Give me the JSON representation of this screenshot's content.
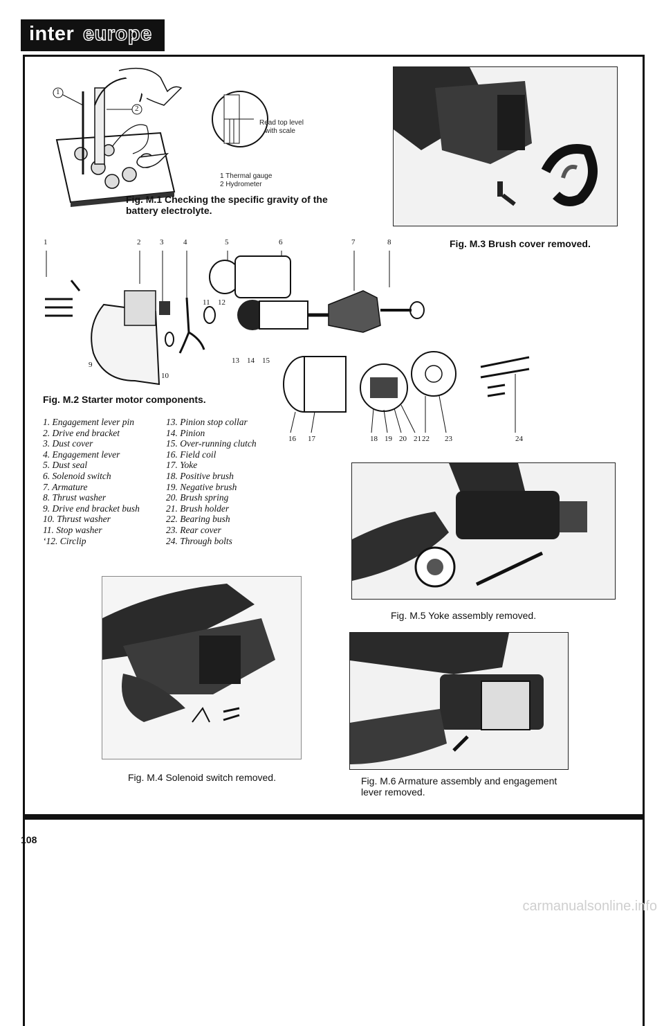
{
  "header": {
    "brand_part1": "inter",
    "brand_part2": "europe"
  },
  "fig_m1": {
    "callouts": [
      "1",
      "2"
    ],
    "inset_text_line1": "Read top level",
    "inset_text_line2": "with scale",
    "legend": [
      "1  Thermal gauge",
      "2  Hydrometer"
    ],
    "caption_line1": "Fig. M.1 Checking the specific gravity of the",
    "caption_line2": "battery electrolyte."
  },
  "fig_m2": {
    "callout_numbers": [
      "1",
      "2",
      "3",
      "4",
      "5",
      "6",
      "7",
      "8",
      "9",
      "10",
      "11",
      "12",
      "13",
      "14",
      "15",
      "16",
      "17",
      "18",
      "19",
      "20",
      "21",
      "22",
      "23",
      "24"
    ],
    "caption": "Fig. M.2 Starter motor components.",
    "legend_left": [
      "1. Engagement lever pin",
      "2. Drive end bracket",
      "3. Dust cover",
      "4. Engagement lever",
      "5. Dust seal",
      "6. Solenoid switch",
      "7. Armature",
      "8. Thrust washer",
      "9. Drive end bracket bush",
      "10. Thrust washer",
      "11. Stop washer",
      "‘12. Circlip"
    ],
    "legend_right": [
      "13. Pinion stop collar",
      "14. Pinion",
      "15. Over-running clutch",
      "16. Field coil",
      "17. Yoke",
      "18. Positive brush",
      "19. Negative brush",
      "20. Brush spring",
      "21. Brush holder",
      "22. Bearing bush",
      "23. Rear cover",
      "24. Through bolts"
    ]
  },
  "fig_m3": {
    "caption": "Fig. M.3 Brush cover removed."
  },
  "fig_m4": {
    "caption": "Fig. M.4 Solenoid switch removed."
  },
  "fig_m5": {
    "caption": "Fig. M.5 Yoke assembly removed."
  },
  "fig_m6": {
    "caption_line1": "Fig. M.6 Armature assembly and engagement",
    "caption_line2": "lever removed."
  },
  "footer": {
    "page_number": "108",
    "watermark": "carmanualsonline.info"
  }
}
